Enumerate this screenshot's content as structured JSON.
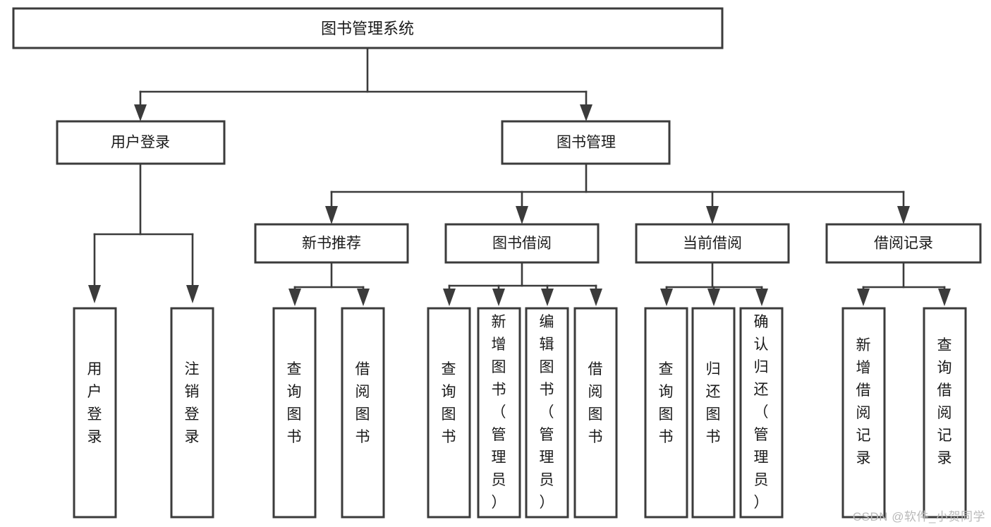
{
  "diagram": {
    "title": "图书管理系统",
    "type": "tree-hierarchy",
    "orientation": "top-down",
    "colors": {
      "box_stroke": "#3b3b3b",
      "box_fill": "#ffffff",
      "edge": "#3b3b3b",
      "text": "#1a1a1a",
      "watermark": "#b9b9b9",
      "background": "#ffffff"
    },
    "root": {
      "label": "图书管理系统",
      "name": "node-root-library-management-system"
    },
    "level2": [
      {
        "label": "用户登录",
        "name": "node-user-login"
      },
      {
        "label": "图书管理",
        "name": "node-book-management"
      }
    ],
    "level3": [
      {
        "label": "新书推荐",
        "name": "node-new-book-recommendation"
      },
      {
        "label": "图书借阅",
        "name": "node-book-borrowing"
      },
      {
        "label": "当前借阅",
        "name": "node-current-borrowing"
      },
      {
        "label": "借阅记录",
        "name": "node-borrowing-records"
      }
    ],
    "leaves": {
      "user_login": [
        {
          "label": "用户登录",
          "name": "leaf-user-login",
          "lines": [
            "用",
            "户",
            "登",
            "录"
          ]
        },
        {
          "label": "注销登录",
          "name": "leaf-logout",
          "lines": [
            "注",
            "销",
            "登",
            "录"
          ]
        }
      ],
      "new_book_recommendation": [
        {
          "label": "查询图书",
          "name": "leaf-query-books-recommend",
          "lines": [
            "查",
            "询",
            "图",
            "书"
          ]
        },
        {
          "label": "借阅图书",
          "name": "leaf-borrow-books-recommend",
          "lines": [
            "借",
            "阅",
            "图",
            "书"
          ]
        }
      ],
      "book_borrowing": [
        {
          "label": "查询图书",
          "name": "leaf-query-books-borrowing",
          "lines": [
            "查",
            "询",
            "图",
            "书"
          ]
        },
        {
          "label": "新增图书（管理员）",
          "name": "leaf-add-book-admin",
          "lines": [
            "新",
            "增",
            "图",
            "书",
            "（",
            "管",
            "理",
            "员",
            "）"
          ]
        },
        {
          "label": "编辑图书（管理员）",
          "name": "leaf-edit-book-admin",
          "lines": [
            "编",
            "辑",
            "图",
            "书",
            "（",
            "管",
            "理",
            "员",
            "）"
          ]
        },
        {
          "label": "借阅图书",
          "name": "leaf-borrow-books-borrowing",
          "lines": [
            "借",
            "阅",
            "图",
            "书"
          ]
        }
      ],
      "current_borrowing": [
        {
          "label": "查询图书",
          "name": "leaf-query-books-current",
          "lines": [
            "查",
            "询",
            "图",
            "书"
          ]
        },
        {
          "label": "归还图书",
          "name": "leaf-return-books",
          "lines": [
            "归",
            "还",
            "图",
            "书"
          ]
        },
        {
          "label": "确认归还（管理员）",
          "name": "leaf-confirm-return-admin",
          "lines": [
            "确",
            "认",
            "归",
            "还",
            "（",
            "管",
            "理",
            "员",
            "）"
          ]
        }
      ],
      "borrowing_records": [
        {
          "label": "新增借阅记录",
          "name": "leaf-add-borrow-record",
          "lines": [
            "新",
            "增",
            "借",
            "阅",
            "记",
            "录"
          ]
        },
        {
          "label": "查询借阅记录",
          "name": "leaf-query-borrow-record",
          "lines": [
            "查",
            "询",
            "借",
            "阅",
            "记",
            "录"
          ]
        }
      ]
    },
    "watermark": "CSDN @软件_小贺同学"
  }
}
